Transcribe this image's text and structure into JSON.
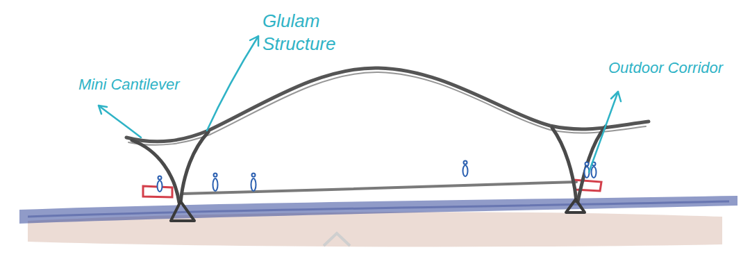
{
  "diagram": {
    "labels": [
      "Mini Cantilever",
      "Glulam Structure",
      "Outdoor Corridor"
    ]
  }
}
